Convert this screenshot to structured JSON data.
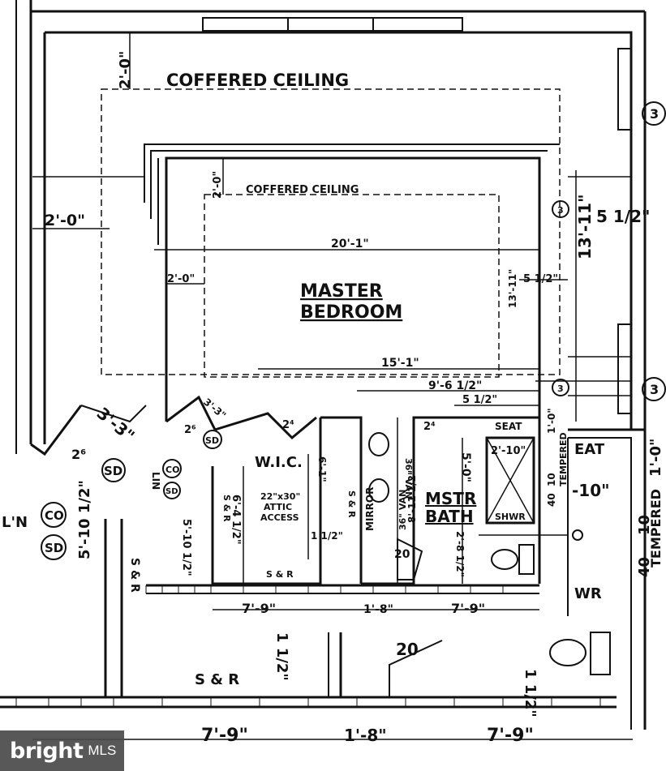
{
  "labels": {
    "coffered_outer": "COFFERED CEILING",
    "coffered_inner": "COFFERED CEILING",
    "room_line1": "MASTER",
    "room_line2": "BEDROOM",
    "wic": "W.I.C.",
    "attic_line1": "22\"x30\"",
    "attic_line2": "ATTIC",
    "attic_line3": "ACCESS",
    "mstr_bath_line1": "MSTR",
    "mstr_bath_line2": "BATH",
    "seat": "SEAT",
    "seat_right": "EAT",
    "shwr": "SHWR",
    "shwr_right": "WR",
    "mirror": "MIRROR",
    "van_left": "36\" VAN",
    "van_right": "36\" VAN",
    "tempered_inner": "TEMPERED",
    "tempered_outer": "TEMPERED",
    "sr_1": "S & R",
    "sr_2": "S & R",
    "sr_3": "S & R",
    "sr_4": "S & R",
    "sr_5": "S & R",
    "co_1": "CO",
    "co_2": "CO",
    "sd_1": "SD",
    "sd_2": "SD",
    "sd_3": "SD",
    "sd_4": "SD",
    "lin": "LIN",
    "lin_left": "L'N"
  },
  "dims": {
    "d_2_0_top": "2'-0\"",
    "d_2_0_inner": "2'-0\"",
    "d_2_0_left": "2'-0\"",
    "d_2_0_mid": "2'-0\"",
    "d_20_1": "20'-1\"",
    "d_13_11_outer": "13'-11\"",
    "d_13_11_inner": "13'-11\"",
    "d_5_half_outer": "5 1/2\"",
    "d_5_half_inner": "5 1/2\"",
    "d_5_half_low": "5 1/2\"",
    "d_15_1": "15'-1\"",
    "d_9_6_half": "9'-6 1/2\"",
    "d_3_3": "3'-3\"",
    "d_3_3_small": "3'-3\"",
    "d_26": "2⁶",
    "d_26_b": "2⁶",
    "d_24": "2⁴",
    "d_24_b": "2⁴",
    "d_20_door": "20",
    "d_20_door_b": "20",
    "d_6_1": "6'-1\"",
    "d_6_4_half": "6'-4 1/2\"",
    "d_5_0": "5'-0\"",
    "d_5_10_half": "5'-10 1/2\"",
    "d_5_10_half_b": "5'-10 1/2\"",
    "d_8_11_half": "8'-11 1/2\"",
    "d_2_8_half": "2'-8 1/2\"",
    "d_2_10": "2'-10\"",
    "d_2_10_b": "-10\"",
    "d_1_0": "1'-0\"",
    "d_1_0_b": "1'-0\"",
    "d_40": "40",
    "d_10": "10",
    "d_40_b": "40",
    "d_10_b": "10",
    "d_7_9_a": "7'-9\"",
    "d_1_8_a": "1'-8\"",
    "d_7_9_b": "7'-9\"",
    "d_7_9_c": "7'-9\"",
    "d_1_8_b": "1'-8\"",
    "d_7_9_d": "7'-9\"",
    "d_1_half": "1 1/2\"",
    "d_1_half_b": "1 1/2\"",
    "d_1_half_c": "1 1/2\""
  },
  "markers": {
    "m1": "3",
    "m2": "3",
    "m3": "3",
    "m4": "3"
  },
  "watermark": {
    "brand": "bright",
    "suffix": "MLS"
  }
}
